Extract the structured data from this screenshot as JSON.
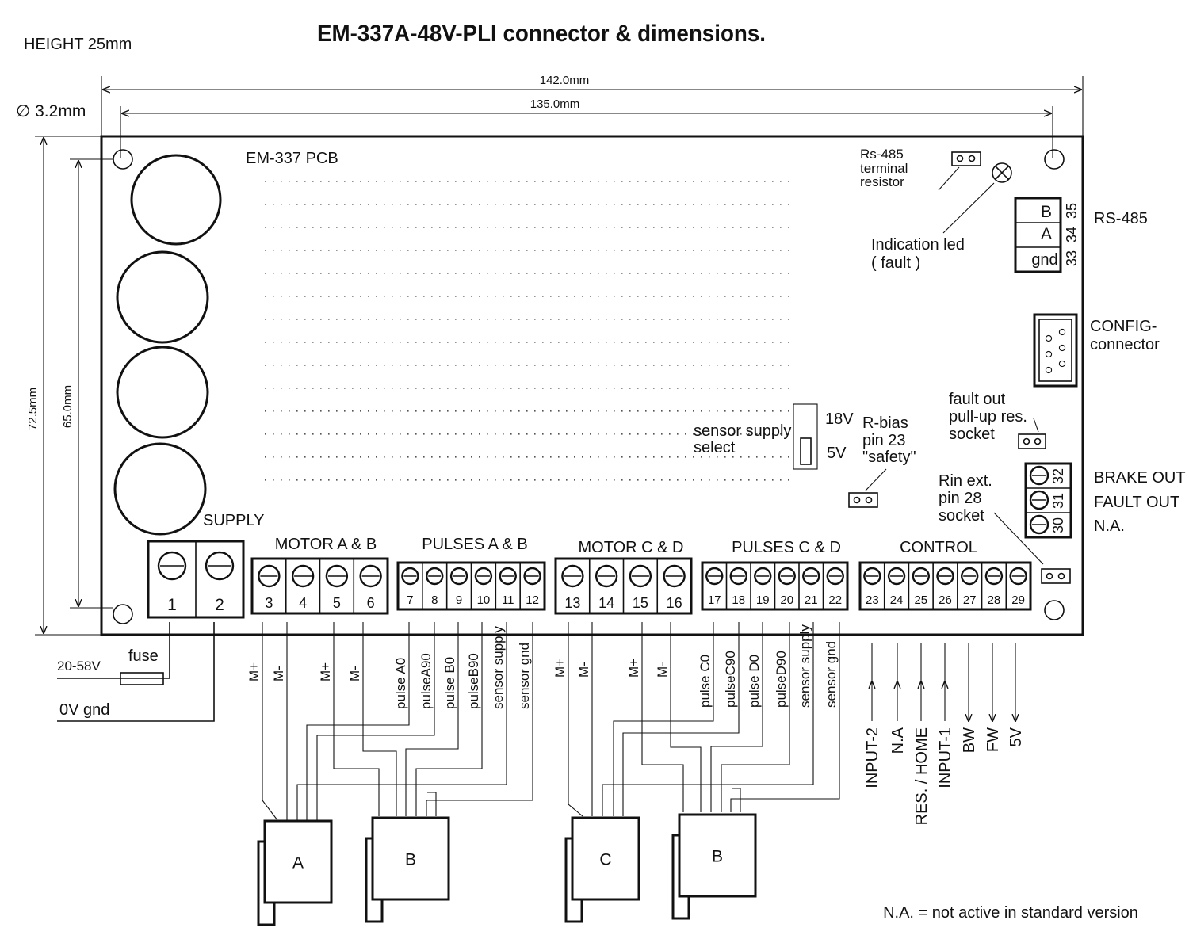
{
  "title": "EM-337A-48V-PLI connector & dimensions.",
  "height_note": "HEIGHT 25mm",
  "hole_note": "∅ 3.2mm",
  "dims": {
    "width_outer": "142.0mm",
    "width_inner": "135.0mm",
    "height_outer": "72.5mm",
    "height_inner": "65.0mm"
  },
  "pcb_label": "EM-337 PCB",
  "rs485_term": [
    "Rs-485",
    "terminal",
    "resistor"
  ],
  "indication_led": [
    "Indication led",
    "( fault )"
  ],
  "rs485": {
    "label": "RS-485",
    "rows": [
      {
        "name": "B",
        "pin": "35"
      },
      {
        "name": "A",
        "pin": "34"
      },
      {
        "name": "gnd",
        "pin": "33"
      }
    ]
  },
  "config": [
    "CONFIG-",
    "connector"
  ],
  "fault_pullup": [
    "fault out",
    "pull-up res.",
    "socket"
  ],
  "sensor_select": [
    "sensor supply",
    "select"
  ],
  "volt_18": "18V",
  "volt_5": "5V",
  "rbias": [
    "R-bias",
    "pin 23",
    "\"safety\""
  ],
  "rin": [
    "Rin ext.",
    "pin 28",
    "socket"
  ],
  "right_out": {
    "pins": [
      "32",
      "31",
      "30"
    ],
    "labels": [
      "BRAKE OUT",
      "FAULT OUT",
      "N.A."
    ]
  },
  "groups": {
    "supply": "SUPPLY",
    "motor_ab": "MOTOR A & B",
    "pulses_ab": "PULSES A & B",
    "motor_cd": "MOTOR C & D",
    "pulses_cd": "PULSES C & D",
    "control": "CONTROL"
  },
  "supply_pins": [
    "1",
    "2"
  ],
  "motor_ab_pins": [
    "3",
    "4",
    "5",
    "6"
  ],
  "pulses_ab_pins": [
    "7",
    "8",
    "9",
    "10",
    "11",
    "12"
  ],
  "motor_cd_pins": [
    "13",
    "14",
    "15",
    "16"
  ],
  "pulses_cd_pins": [
    "17",
    "18",
    "19",
    "20",
    "21",
    "22"
  ],
  "control_pins": [
    "23",
    "24",
    "25",
    "26",
    "27",
    "28",
    "29"
  ],
  "supply_wires": {
    "voltage": "20-58V",
    "fuse": "fuse",
    "gnd": "0V gnd"
  },
  "motor_ab_wires": [
    "M+",
    "M-",
    "M+",
    "M-"
  ],
  "pulses_ab_wires": [
    "pulse A0",
    "pulseA90",
    "pulse B0",
    "pulseB90",
    "sensor supply",
    "sensor gnd"
  ],
  "motor_cd_wires": [
    "M+",
    "M-",
    "M+",
    "M-"
  ],
  "pulses_cd_wires": [
    "pulse C0",
    "pulseC90",
    "pulse D0",
    "pulseD90",
    "sensor supply",
    "sensor gnd"
  ],
  "control_wires": [
    "INPUT-2",
    "N.A",
    "RES. / HOME",
    "INPUT-1",
    "BW",
    "FW",
    "5V"
  ],
  "motors": [
    "A",
    "B",
    "C",
    "B"
  ],
  "footnote": "N.A. = not active in standard version"
}
